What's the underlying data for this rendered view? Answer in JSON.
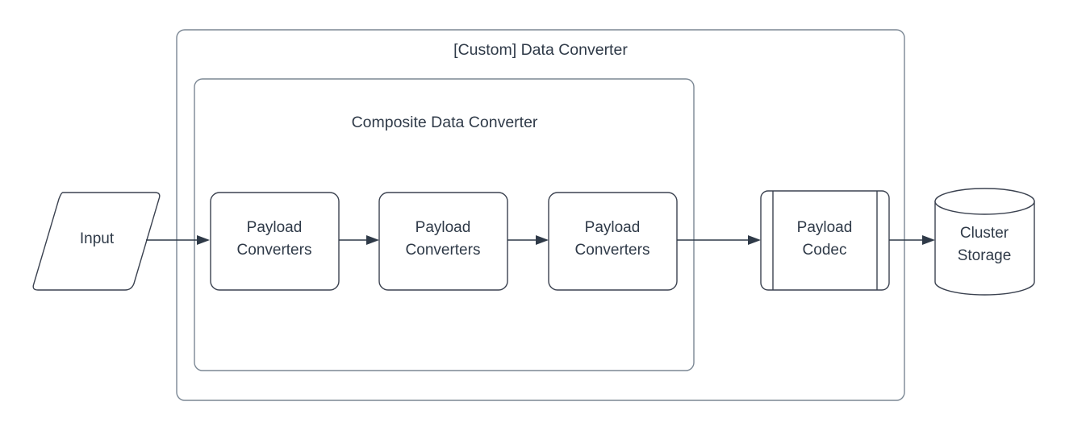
{
  "diagram": {
    "type": "flowchart",
    "title": "[Custom] Data Converter",
    "colors": {
      "text": "#2f3a48",
      "shape_stroke": "#3b4250",
      "container_stroke": "#7b8794",
      "background": "#ffffff"
    },
    "containers": [
      {
        "id": "custom-data-converter",
        "label": "[Custom] Data Converter",
        "shape": "rounded-rectangle"
      },
      {
        "id": "composite-data-converter",
        "label": "Composite Data Converter",
        "shape": "rounded-rectangle"
      }
    ],
    "nodes": [
      {
        "id": "input",
        "label": "Input",
        "shape": "parallelogram"
      },
      {
        "id": "payload-converters-1",
        "label_line1": "Payload",
        "label_line2": "Converters",
        "shape": "rounded-rectangle"
      },
      {
        "id": "payload-converters-2",
        "label_line1": "Payload",
        "label_line2": "Converters",
        "shape": "rounded-rectangle"
      },
      {
        "id": "payload-converters-3",
        "label_line1": "Payload",
        "label_line2": "Converters",
        "shape": "rounded-rectangle"
      },
      {
        "id": "payload-codec",
        "label_line1": "Payload",
        "label_line2": "Codec",
        "shape": "subprocess"
      },
      {
        "id": "cluster-storage",
        "label_line1": "Cluster",
        "label_line2": "Storage",
        "shape": "cylinder"
      }
    ],
    "edges": [
      {
        "id": "edge-input-to-pc1",
        "from": "input",
        "to": "payload-converters-1",
        "arrow": "single"
      },
      {
        "id": "edge-pc1-to-pc2",
        "from": "payload-converters-1",
        "to": "payload-converters-2",
        "arrow": "single"
      },
      {
        "id": "edge-pc2-to-pc3",
        "from": "payload-converters-2",
        "to": "payload-converters-3",
        "arrow": "single"
      },
      {
        "id": "edge-pc3-to-codec",
        "from": "payload-converters-3",
        "to": "payload-codec",
        "arrow": "single"
      },
      {
        "id": "edge-codec-to-storage",
        "from": "payload-codec",
        "to": "cluster-storage",
        "arrow": "single"
      }
    ]
  }
}
